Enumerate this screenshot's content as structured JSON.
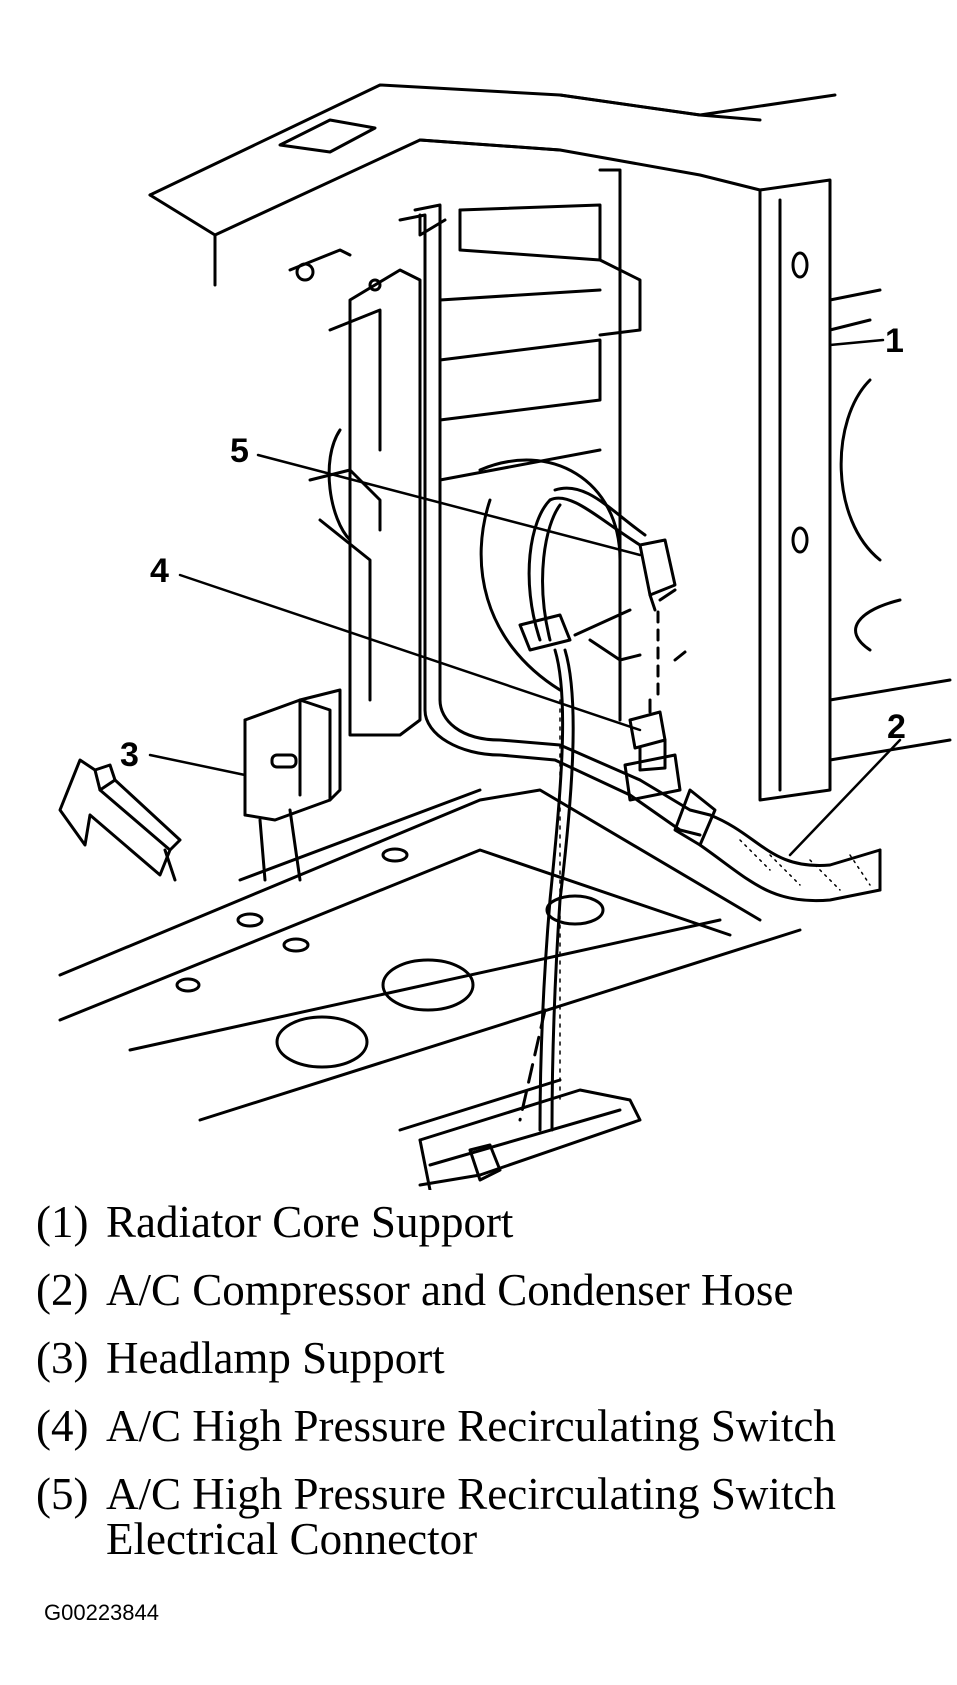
{
  "callouts": [
    "1",
    "2",
    "3",
    "4",
    "5"
  ],
  "legend": [
    {
      "number": "(1)",
      "text": "Radiator Core Support"
    },
    {
      "number": "(2)",
      "text": "A/C Compressor and Condenser Hose"
    },
    {
      "number": "(3)",
      "text": "Headlamp Support"
    },
    {
      "number": "(4)",
      "text": "A/C High Pressure Recirculating Switch"
    },
    {
      "number": "(5)",
      "text": "A/C High Pressure Recirculating Switch Electrical Connector"
    }
  ],
  "figure_id": "G00223844"
}
